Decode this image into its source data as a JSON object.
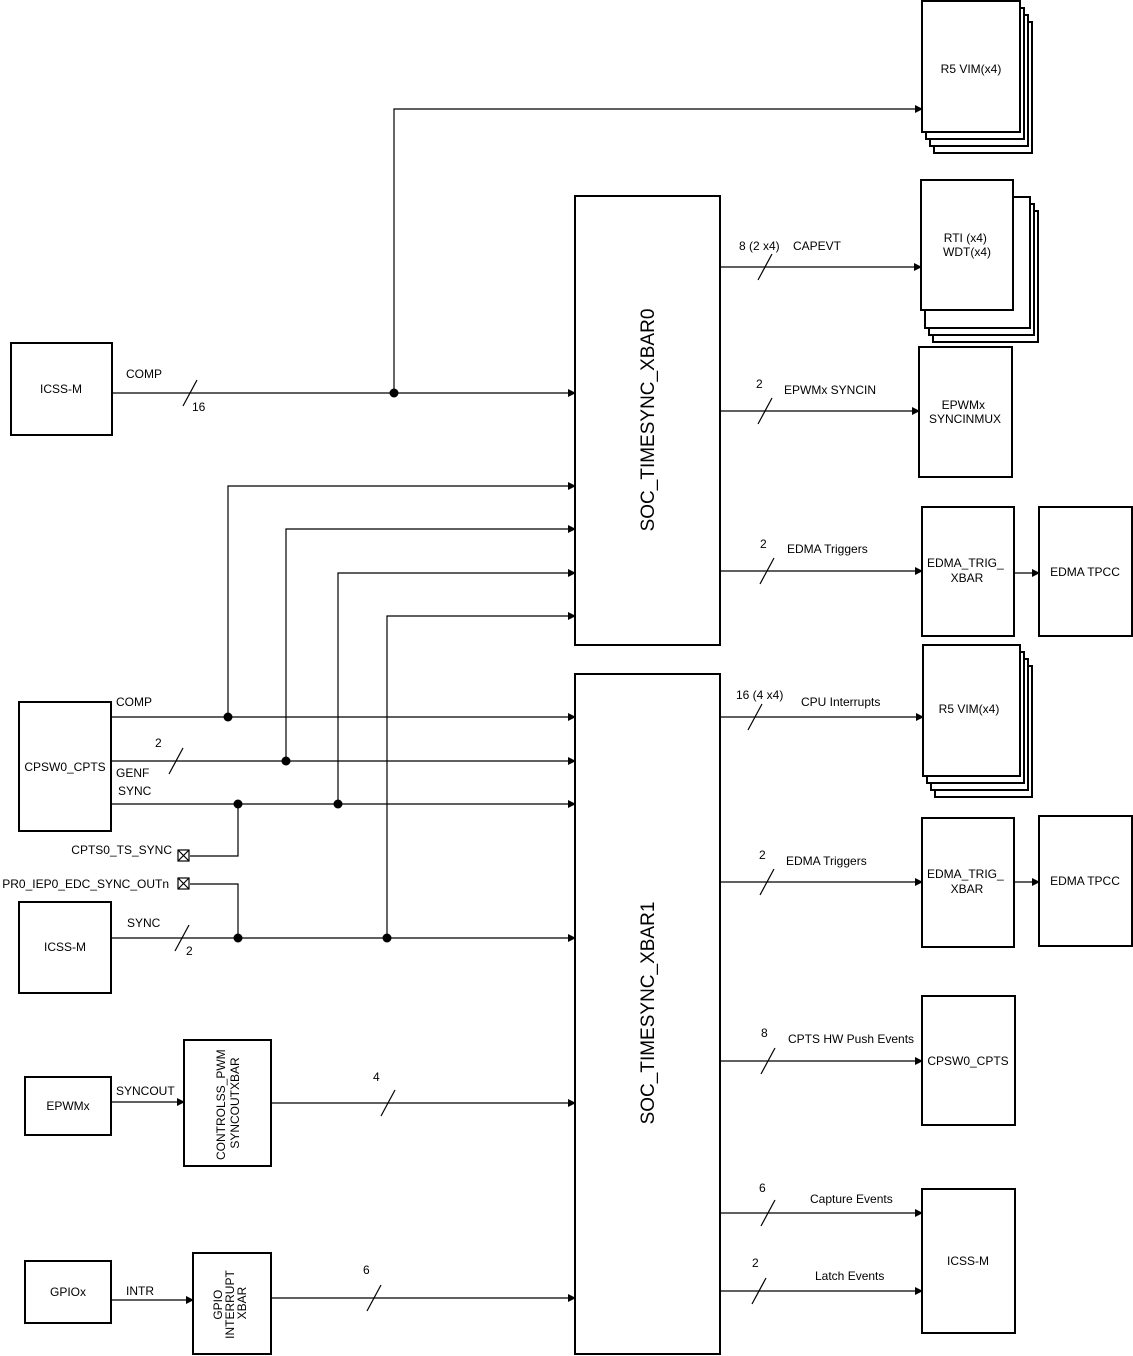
{
  "blocks": {
    "xbar0": "SOC_TIMESYNC_XBAR0",
    "xbar1": "SOC_TIMESYNC_XBAR1",
    "icssm_top": "ICSS-M",
    "cpsw_src": "CPSW0_CPTS",
    "icssm_mid": "ICSS-M",
    "epwmx": "EPWMx",
    "pwm_xbar": [
      "CONTROLSS_PWM",
      "SYNCOUTXBAR"
    ],
    "gpiox": "GPIOx",
    "gpio_xbar": [
      "GPIO",
      "INTERRUPT",
      "XBAR"
    ],
    "r5vim_top": "R5 VIM(x4)",
    "rti_wdt": [
      "RTI (x4)",
      "WDT(x4)"
    ],
    "epwm_syncinmux": [
      "EPWMx",
      "SYNCINMUX"
    ],
    "edma_trig_xbar_1": [
      "EDMA_TRIG_",
      "XBAR"
    ],
    "edma_tpcc_1": "EDMA TPCC",
    "r5vim_mid": "R5 VIM(x4)",
    "edma_trig_xbar_2": [
      "EDMA_TRIG_",
      "XBAR"
    ],
    "edma_tpcc_2": "EDMA TPCC",
    "cpsw_dst": "CPSW0_CPTS",
    "icssm_dst": "ICSS-M"
  },
  "signals": {
    "comp_top": "COMP",
    "comp_top_width": "16",
    "comp_cpsw": "COMP",
    "genf": "GENF",
    "genf_width": "2",
    "sync_cpsw": "SYNC",
    "cpts_ts_sync": "CPTS0_TS_SYNC",
    "pr0_iep0": "PR0_IEP0_EDC_SYNC_OUTn",
    "sync_icss": "SYNC",
    "sync_icss_width": "2",
    "syncout": "SYNCOUT",
    "pwm_width": "4",
    "intr": "INTR",
    "gpio_width": "6"
  },
  "outputs": {
    "capevt_width": "8 (2 x4)",
    "capevt": "CAPEVT",
    "epwm_syncin_width": "2",
    "epwm_syncin": "EPWMx SYNCIN",
    "edma0_width": "2",
    "edma0": "EDMA Triggers",
    "cpu_int_width": "16 (4 x4)",
    "cpu_int": "CPU Interrupts",
    "edma1_width": "2",
    "edma1": "EDMA Triggers",
    "cpts_push_width": "8",
    "cpts_push": "CPTS HW Push Events",
    "capture_width": "6",
    "capture": "Capture Events",
    "latch_width": "2",
    "latch": "Latch Events"
  }
}
